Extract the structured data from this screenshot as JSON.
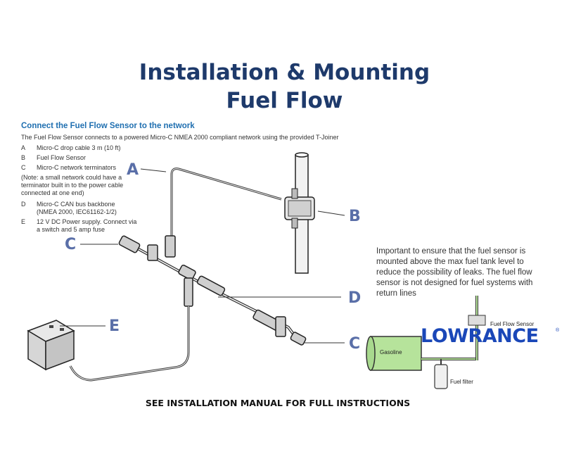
{
  "title_line1": "Installation & Mounting",
  "title_line2": "Fuel Flow",
  "section": {
    "heading": "Connect the Fuel Flow Sensor to the network",
    "description": "The Fuel Flow Sensor connects to a powered Micro-C NMEA 2000 compliant network using the provided T-Joiner"
  },
  "legend": [
    {
      "key": "A",
      "text": "Micro-C drop cable 3 m (10 ft)"
    },
    {
      "key": "B",
      "text": "Fuel Flow Sensor"
    },
    {
      "key": "C",
      "text": "Micro-C network terminators"
    },
    {
      "note": "(Note: a small network could have a\nterminator built in to the power cable\nconnected at one end)"
    },
    {
      "key": "D",
      "text": "Micro-C CAN bus backbone\n(NMEA 2000, IEC61162-1/2)"
    },
    {
      "key": "E",
      "text": "12 V DC Power supply.  Connect via\na switch and 5 amp fuse"
    }
  ],
  "callouts": {
    "a": "A",
    "b": "B",
    "c1": "C",
    "c2": "C",
    "d": "D",
    "e": "E"
  },
  "note_text": "Important to ensure that the fuel sensor is mounted above the max fuel tank level to reduce the possibility of leaks. The fuel flow sensor is not designed for fuel systems with return lines",
  "tank_diagram": {
    "tank_label": "Gasoline",
    "sensor_label": "Fuel Flow Sensor",
    "filter_label": "Fuel filter"
  },
  "logo": {
    "text": "LOWRANCE",
    "mark": "®"
  },
  "footer": "SEE INSTALLATION MANUAL FOR FULL INSTRUCTIONS",
  "colors": {
    "title": "#1e3a6b",
    "callout": "#5a6fa8",
    "logo": "#1a47b8",
    "tank": "#b6e39b"
  }
}
